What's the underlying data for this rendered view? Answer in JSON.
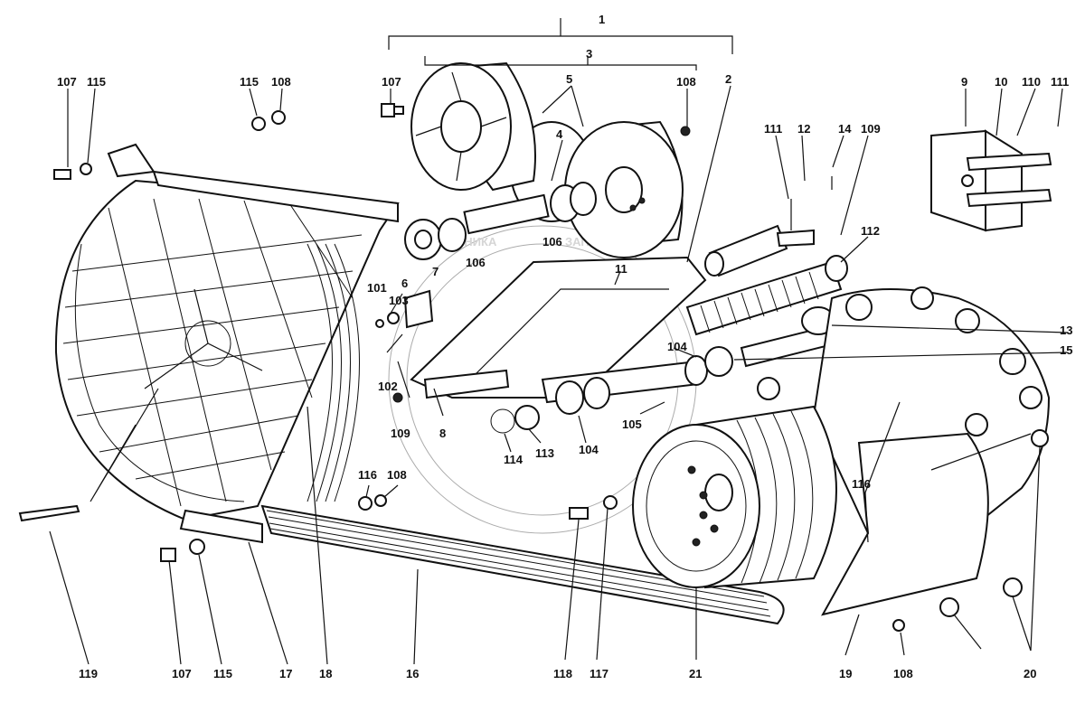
{
  "watermark": {
    "text_left": "ТЕХНИКА",
    "text_right": "ЗАПЧАСТИ"
  },
  "labels": [
    {
      "id": "l1",
      "text": "1"
    },
    {
      "id": "l3",
      "text": "3"
    },
    {
      "id": "l2",
      "text": "2"
    },
    {
      "id": "l5",
      "text": "5"
    },
    {
      "id": "l4",
      "text": "4"
    },
    {
      "id": "l107a",
      "text": "107"
    },
    {
      "id": "l108a",
      "text": "108"
    },
    {
      "id": "l107b",
      "text": "107"
    },
    {
      "id": "l115a",
      "text": "115"
    },
    {
      "id": "l115b",
      "text": "115"
    },
    {
      "id": "l108b",
      "text": "108"
    },
    {
      "id": "l9",
      "text": "9"
    },
    {
      "id": "l10",
      "text": "10"
    },
    {
      "id": "l110",
      "text": "110"
    },
    {
      "id": "l111a",
      "text": "111"
    },
    {
      "id": "l111b",
      "text": "111"
    },
    {
      "id": "l12",
      "text": "12"
    },
    {
      "id": "l14",
      "text": "14"
    },
    {
      "id": "l109a",
      "text": "109"
    },
    {
      "id": "l112",
      "text": "112"
    },
    {
      "id": "l106a",
      "text": "106"
    },
    {
      "id": "l106b",
      "text": "106"
    },
    {
      "id": "l7",
      "text": "7"
    },
    {
      "id": "l11",
      "text": "11"
    },
    {
      "id": "l6",
      "text": "6"
    },
    {
      "id": "l101",
      "text": "101"
    },
    {
      "id": "l103",
      "text": "103"
    },
    {
      "id": "l102",
      "text": "102"
    },
    {
      "id": "l109b",
      "text": "109"
    },
    {
      "id": "l8",
      "text": "8"
    },
    {
      "id": "l114",
      "text": "114"
    },
    {
      "id": "l113",
      "text": "113"
    },
    {
      "id": "l104a",
      "text": "104"
    },
    {
      "id": "l104b",
      "text": "104"
    },
    {
      "id": "l105",
      "text": "105"
    },
    {
      "id": "l13",
      "text": "13"
    },
    {
      "id": "l15",
      "text": "15"
    },
    {
      "id": "l116a",
      "text": "116"
    },
    {
      "id": "l108c",
      "text": "108"
    },
    {
      "id": "l116b",
      "text": "116"
    },
    {
      "id": "l119",
      "text": "119"
    },
    {
      "id": "l107c",
      "text": "107"
    },
    {
      "id": "l115c",
      "text": "115"
    },
    {
      "id": "l17",
      "text": "17"
    },
    {
      "id": "l18",
      "text": "18"
    },
    {
      "id": "l16",
      "text": "16"
    },
    {
      "id": "l118",
      "text": "118"
    },
    {
      "id": "l117",
      "text": "117"
    },
    {
      "id": "l21",
      "text": "21"
    },
    {
      "id": "l19",
      "text": "19"
    },
    {
      "id": "l108d",
      "text": "108"
    },
    {
      "id": "l20",
      "text": "20"
    }
  ]
}
